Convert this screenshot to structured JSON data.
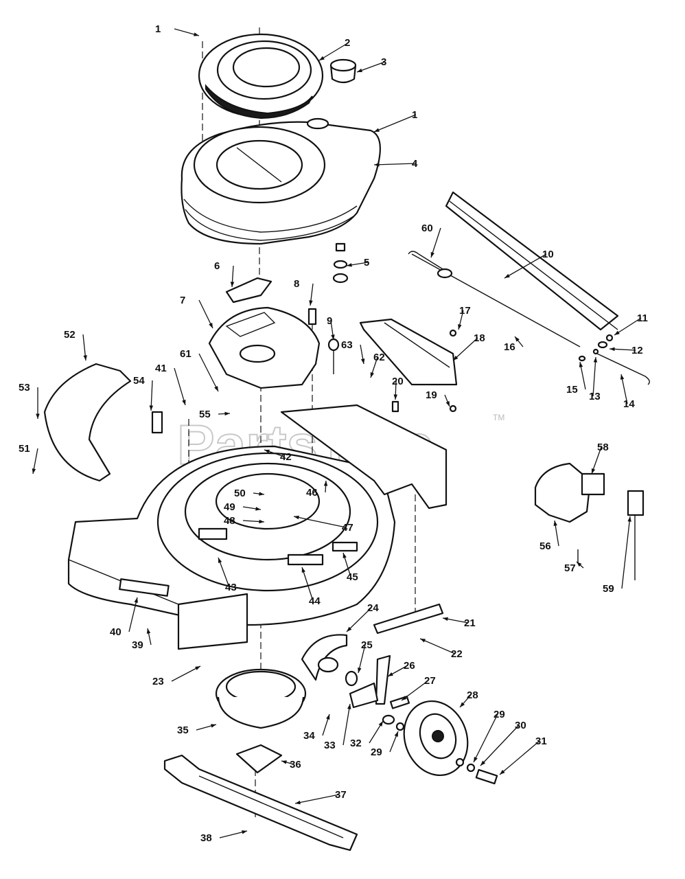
{
  "watermark": {
    "text": "PartsTree",
    "trademark": "TM"
  },
  "callouts": [
    {
      "n": "1"
    },
    {
      "n": "2"
    },
    {
      "n": "3"
    },
    {
      "n": "1"
    },
    {
      "n": "4"
    },
    {
      "n": "5"
    },
    {
      "n": "6"
    },
    {
      "n": "7"
    },
    {
      "n": "8"
    },
    {
      "n": "9"
    },
    {
      "n": "10"
    },
    {
      "n": "11"
    },
    {
      "n": "12"
    },
    {
      "n": "13"
    },
    {
      "n": "14"
    },
    {
      "n": "15"
    },
    {
      "n": "16"
    },
    {
      "n": "17"
    },
    {
      "n": "18"
    },
    {
      "n": "19"
    },
    {
      "n": "20"
    },
    {
      "n": "21"
    },
    {
      "n": "22"
    },
    {
      "n": "23"
    },
    {
      "n": "24"
    },
    {
      "n": "25"
    },
    {
      "n": "26"
    },
    {
      "n": "27"
    },
    {
      "n": "28"
    },
    {
      "n": "29"
    },
    {
      "n": "29"
    },
    {
      "n": "30"
    },
    {
      "n": "31"
    },
    {
      "n": "32"
    },
    {
      "n": "33"
    },
    {
      "n": "34"
    },
    {
      "n": "35"
    },
    {
      "n": "36"
    },
    {
      "n": "37"
    },
    {
      "n": "38"
    },
    {
      "n": "39"
    },
    {
      "n": "40"
    },
    {
      "n": "41"
    },
    {
      "n": "42"
    },
    {
      "n": "43"
    },
    {
      "n": "44"
    },
    {
      "n": "45"
    },
    {
      "n": "46"
    },
    {
      "n": "47"
    },
    {
      "n": "48"
    },
    {
      "n": "49"
    },
    {
      "n": "50"
    },
    {
      "n": "51"
    },
    {
      "n": "52"
    },
    {
      "n": "53"
    },
    {
      "n": "54"
    },
    {
      "n": "55"
    },
    {
      "n": "56"
    },
    {
      "n": "57"
    },
    {
      "n": "58"
    },
    {
      "n": "59"
    },
    {
      "n": "60"
    },
    {
      "n": "61"
    },
    {
      "n": "62"
    },
    {
      "n": "63"
    }
  ]
}
